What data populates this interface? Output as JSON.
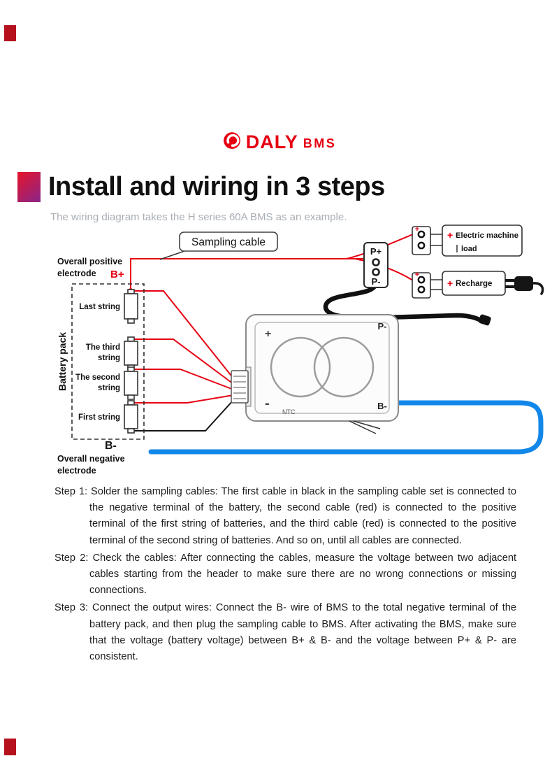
{
  "logo": {
    "brand": "DALY",
    "suffix": "BMS",
    "color": "#e60012"
  },
  "header": {
    "title": "Install and wiring in 3 steps",
    "subtitle": "The wiring diagram takes the H series 60A BMS as an example."
  },
  "diagram": {
    "sampling_cable": "Sampling cable",
    "overall_positive": [
      "Overall positive",
      "electrode"
    ],
    "b_plus": "B+",
    "battery_pack": "Battery pack",
    "strings": [
      [
        "Last string"
      ],
      [
        "The third",
        "string"
      ],
      [
        "The second",
        "string"
      ],
      [
        "First string"
      ]
    ],
    "bms": {
      "plus": "+",
      "minus": "-",
      "p_minus": "P-",
      "b_minus": "B-",
      "ntc": "NTC"
    },
    "output_port": {
      "p_plus": "P+",
      "p_minus": "P-"
    },
    "plus": "+",
    "load_box": [
      "Electric machine",
      "load"
    ],
    "recharge_box": "Recharge",
    "b_minus": "B-",
    "overall_negative": [
      "Overall negative",
      "electrode"
    ],
    "colors": {
      "wire_red": "#e60012",
      "wire_blue": "#1287e9",
      "wire_black": "#111111"
    }
  },
  "steps": [
    {
      "label": "Step 1:",
      "text": "Solder the sampling cables: The first cable in black in the sampling cable set is connected to the negative terminal of the battery, the second cable (red) is connected to the positive terminal of the first string of batteries, and the third cable (red) is connected to the positive terminal of the second string of batteries. And so on, until all cables are connected."
    },
    {
      "label": "Step 2:",
      "text": "Check the cables: After connecting the cables, measure the voltage between two adjacent cables starting from the header to make sure there are no wrong connections or missing connections."
    },
    {
      "label": "Step 3:",
      "text": "Connect the output wires: Connect the B- wire of BMS to the total negative terminal of the battery pack, and then plug the sampling cable to BMS. After activating the BMS, make sure that the voltage (battery voltage) between B+ & B- and the voltage between P+ & P- are consistent."
    }
  ]
}
